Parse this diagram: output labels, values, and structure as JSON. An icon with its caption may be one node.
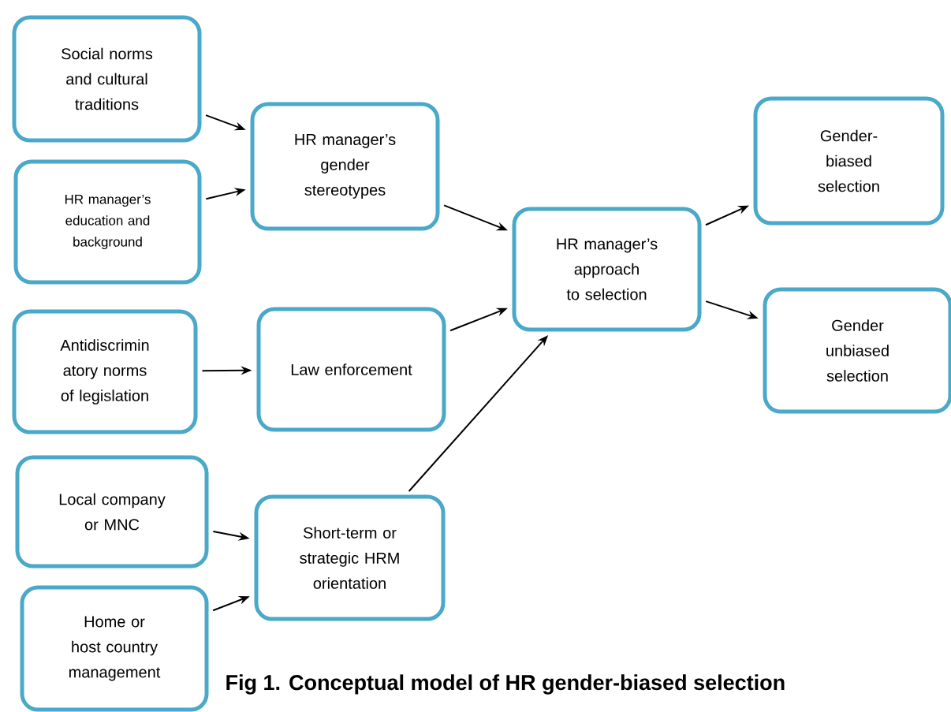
{
  "diagram": {
    "caption": "Fig 1. Conceptual model of HR gender-biased selection",
    "nodes": [
      {
        "text": [
          "Social norms and cultural traditions"
        ]
      },
      {
        "text": [
          "HR manager’s education and background"
        ]
      },
      {
        "text": [
          "Antidiscrimin atory norms of legislation"
        ]
      },
      {
        "text": [
          "Local company or MNC"
        ]
      },
      {
        "text": [
          "Home or host country management"
        ]
      },
      {
        "text": [
          "HR manager’s gender stereotypes"
        ]
      },
      {
        "text": [
          "Law enforcement"
        ]
      },
      {
        "text": [
          "Short-term or strategic HRM orientation"
        ]
      },
      {
        "text": [
          "HR manager’s approach to selection"
        ]
      },
      {
        "text": [
          "Gender-biased selection"
        ]
      },
      {
        "text": [
          "Gender unbiased selection"
        ]
      }
    ],
    "edges": [
      {
        "from": 0,
        "to": 5,
        "arrow": "to"
      },
      {
        "from": 1,
        "to": 5,
        "arrow": "to"
      },
      {
        "from": 2,
        "to": 6,
        "arrow": "to"
      },
      {
        "from": 3,
        "to": 7,
        "arrow": "to"
      },
      {
        "from": 4,
        "to": 7,
        "arrow": "to"
      },
      {
        "from": 5,
        "to": 8,
        "arrow": "to"
      },
      {
        "from": 6,
        "to": 8,
        "arrow": "to"
      },
      {
        "from": 7,
        "to": 8,
        "arrow": "to"
      },
      {
        "from": 8,
        "to": 9,
        "arrow": "to"
      },
      {
        "from": 8,
        "to": 10,
        "arrow": "to"
      }
    ]
  }
}
